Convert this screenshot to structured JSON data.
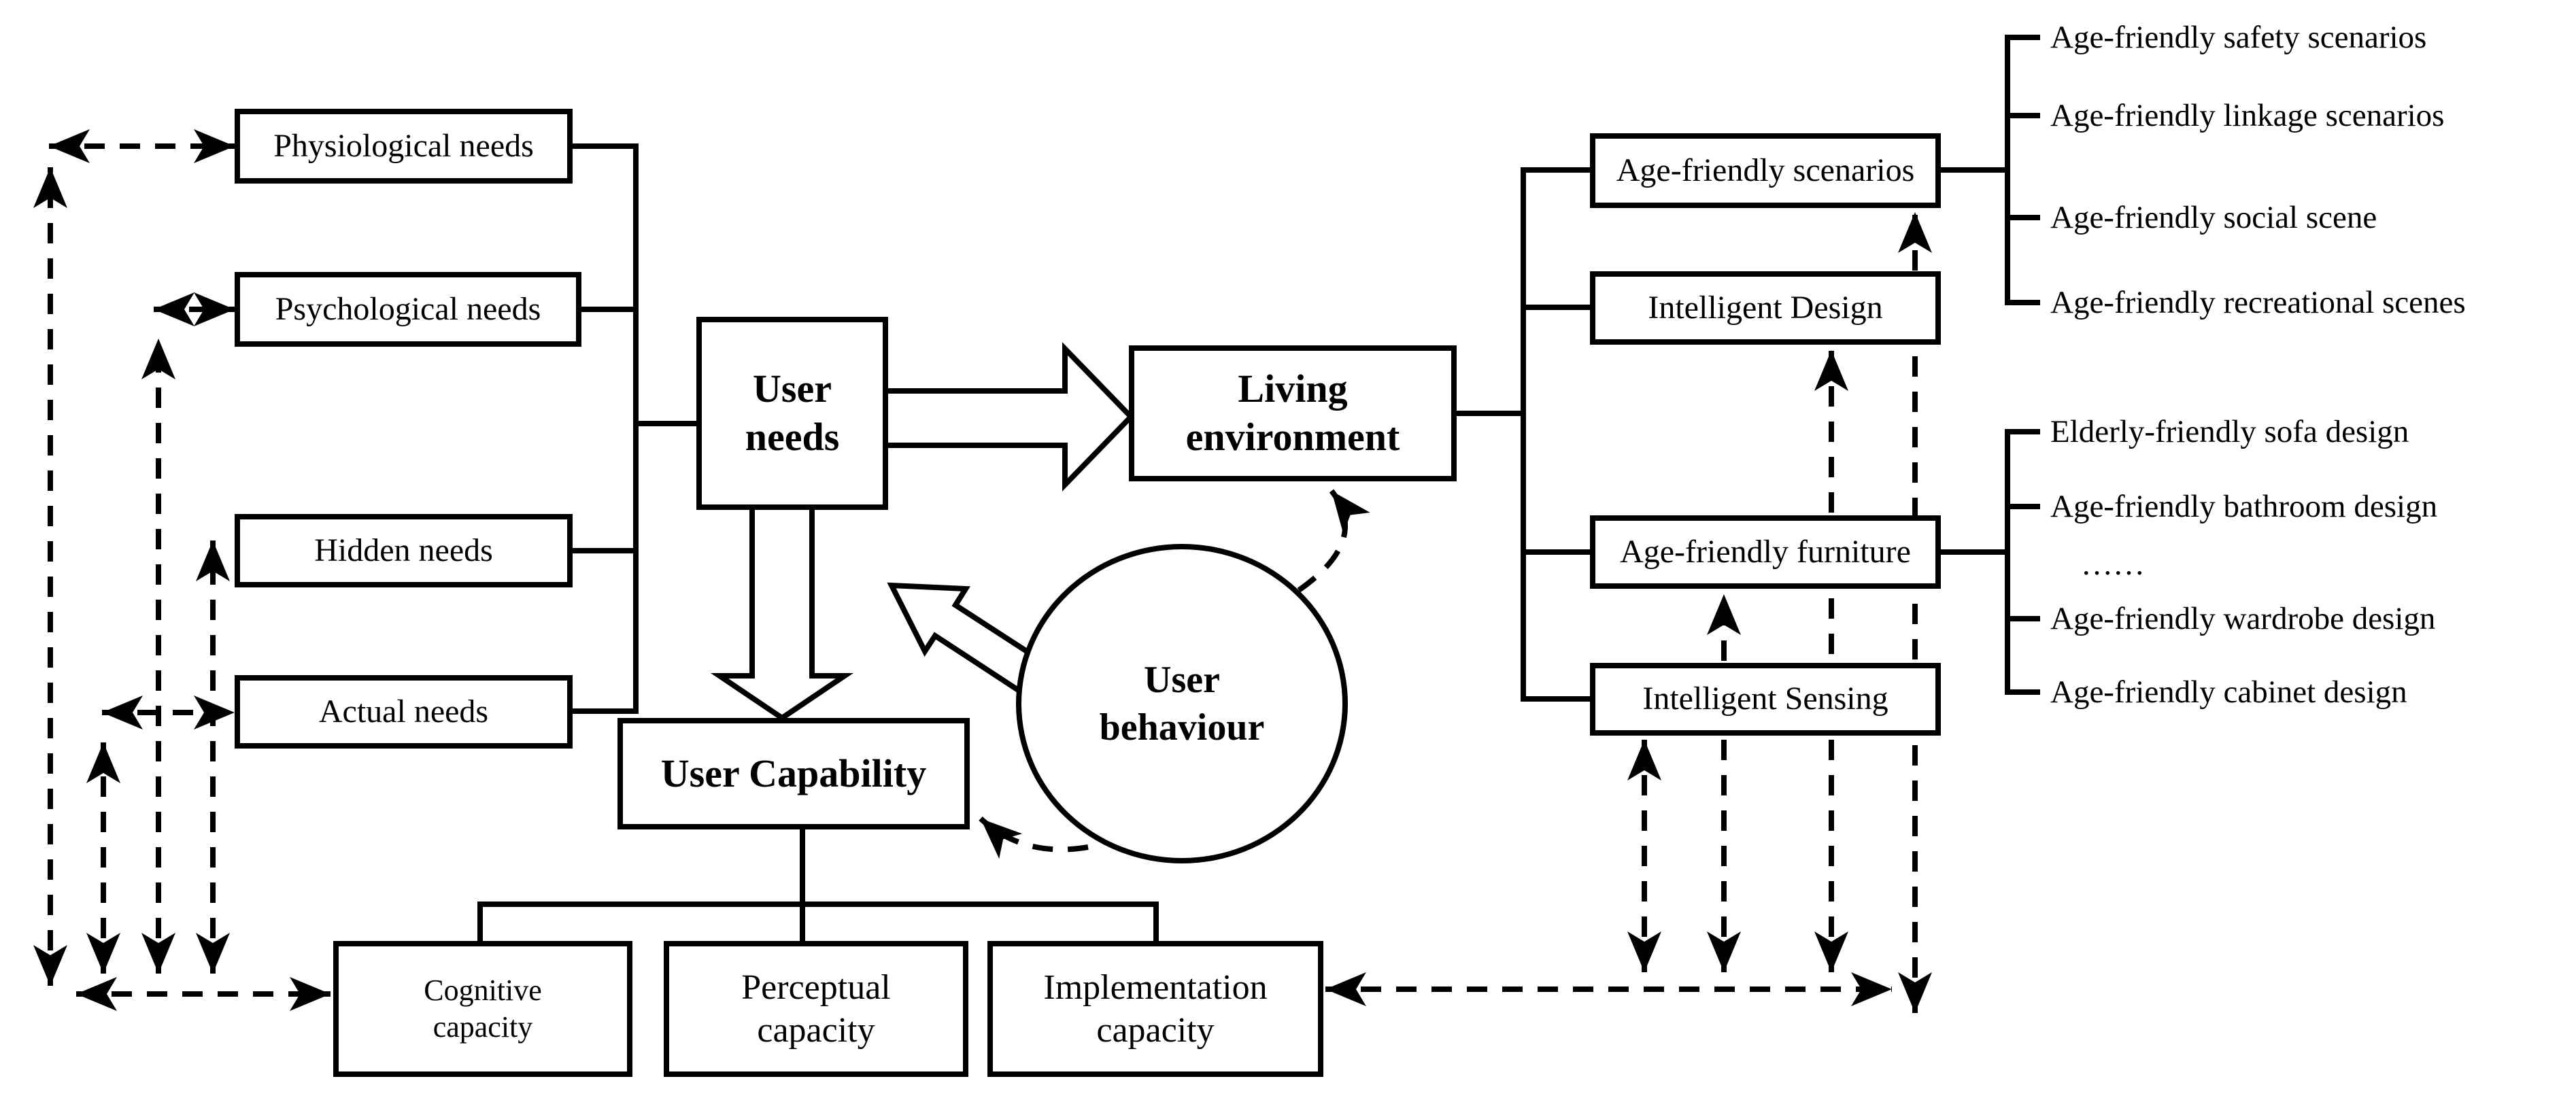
{
  "boxes": {
    "physiological": {
      "label": "Physiological needs"
    },
    "psychological": {
      "label": "Psychological needs"
    },
    "hidden": {
      "label": "Hidden needs"
    },
    "actual": {
      "label": "Actual needs"
    },
    "user_needs": {
      "label": "User needs"
    },
    "living_environment": {
      "label": "Living environment"
    },
    "user_behaviour": {
      "label": "User behaviour"
    },
    "user_capability": {
      "label": "User Capability"
    },
    "cognitive": {
      "label": "Cognitive capacity"
    },
    "perceptual": {
      "label": "Perceptual capacity"
    },
    "implementation": {
      "label": "Implementation capacity"
    },
    "scenarios": {
      "label": "Age-friendly scenarios"
    },
    "design": {
      "label": "Intelligent Design"
    },
    "furniture": {
      "label": "Age-friendly furniture"
    },
    "sensing": {
      "label": "Intelligent Sensing"
    }
  },
  "leaves": {
    "scenario_items": [
      "Age-friendly safety scenarios",
      "Age-friendly linkage scenarios",
      "Age-friendly social scene",
      "Age-friendly recreational scenes"
    ],
    "furniture_items": [
      "Elderly-friendly sofa design",
      "Age-friendly bathroom design",
      "……",
      "Age-friendly wardrobe design",
      "Age-friendly cabinet design"
    ]
  },
  "colors": {
    "ink": "#000000",
    "background": "#ffffff"
  }
}
